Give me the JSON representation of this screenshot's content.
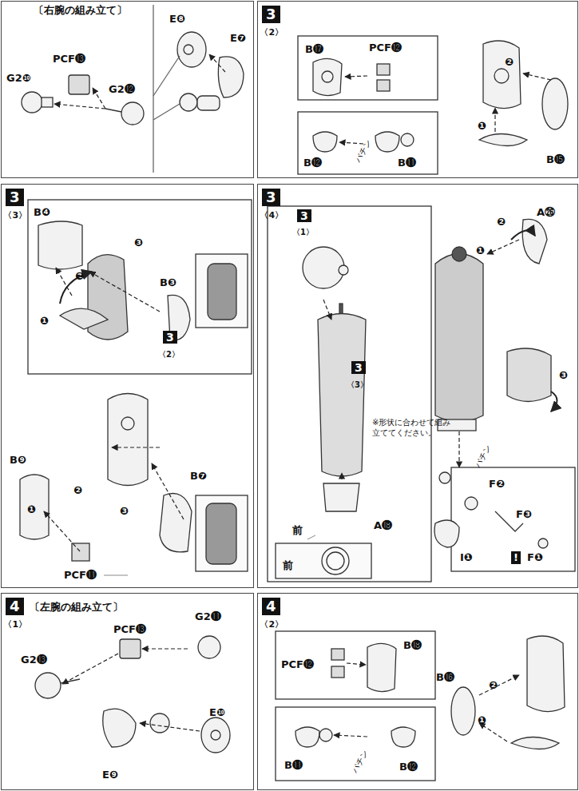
{
  "diagram": {
    "nodes": [
      {
        "text": [
          "〔右腕の組み立て〕"
        ]
      },
      {
        "text": [
          "3",
          "〈2〉"
        ]
      },
      {
        "text": [
          "3",
          "〈3〉"
        ]
      },
      {
        "text": [
          "3",
          "〈4〉"
        ]
      },
      {
        "text": [
          "4",
          "〈1〉",
          "〔左腕の組み立て〕"
        ]
      },
      {
        "text": [
          "4",
          "〈2〉"
        ]
      }
    ],
    "labels": [
      "G2❿",
      "PCF⓭",
      "G2⓬",
      "E❽",
      "E❼",
      "B⓱",
      "PCF⓬",
      "B⓯",
      "B⓬",
      "B⓫",
      "パチン",
      "❷",
      "❶",
      "B❹",
      "B❸",
      "❸",
      "❷",
      "❶",
      "3",
      "〈2〉",
      "B❾",
      "B❼",
      "PCF⓫",
      "❷",
      "❶",
      "❸",
      "3",
      "〈1〉",
      "3",
      "〈3〉",
      "※形状に合わせて組み立ててください。",
      "A⓲",
      "前",
      "前",
      "A㉖",
      "❷",
      "❶",
      "❸",
      "パチン",
      "F❷",
      "F❸",
      "!",
      "F❶",
      "I❶",
      "G2⓫",
      "PCF⓭",
      "G2⓭",
      "E❿",
      "E❾",
      "PCF⓬",
      "B⓲",
      "B⓰",
      "❷",
      "❶",
      "B⓫",
      "B⓬",
      "パチン"
    ]
  }
}
